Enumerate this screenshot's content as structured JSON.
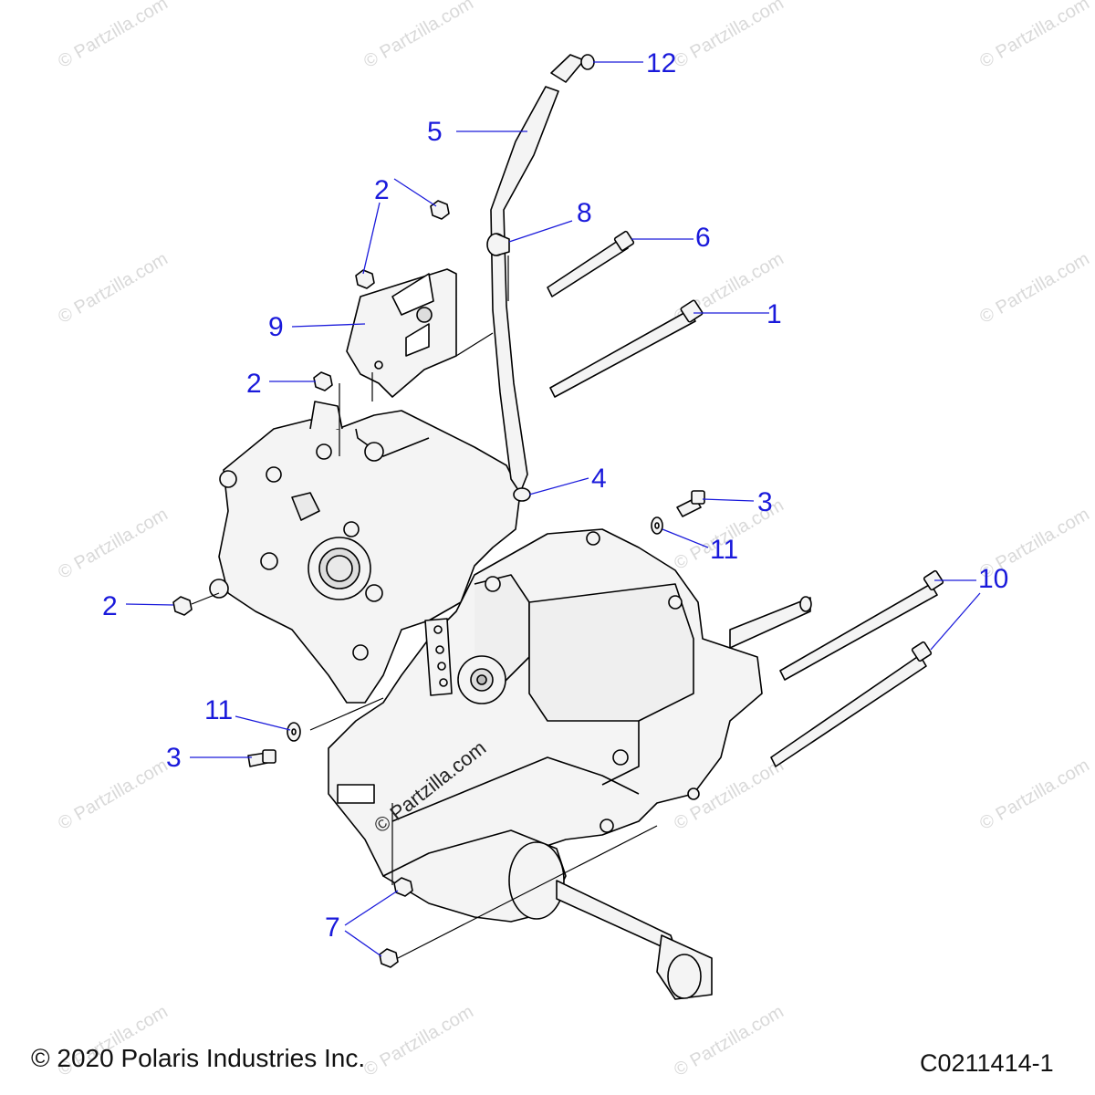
{
  "watermark": "© Partzilla.com",
  "center_watermark": "© Partzilla.com",
  "callouts": {
    "c1": "1",
    "c2a": "2",
    "c2b": "2",
    "c2c": "2",
    "c3a": "3",
    "c3b": "3",
    "c4": "4",
    "c5": "5",
    "c6": "6",
    "c7": "7",
    "c8": "8",
    "c9": "9",
    "c10": "10",
    "c11a": "11",
    "c11b": "11",
    "c12": "12"
  },
  "footer": {
    "copyright": "© 2020 Polaris Industries Inc.",
    "diagram_id": "C0211414-1"
  },
  "colors": {
    "callout": "#1a1adb",
    "line": "#000000",
    "part_fill": "#f4f4f4",
    "watermark": "#d9d9d9"
  }
}
